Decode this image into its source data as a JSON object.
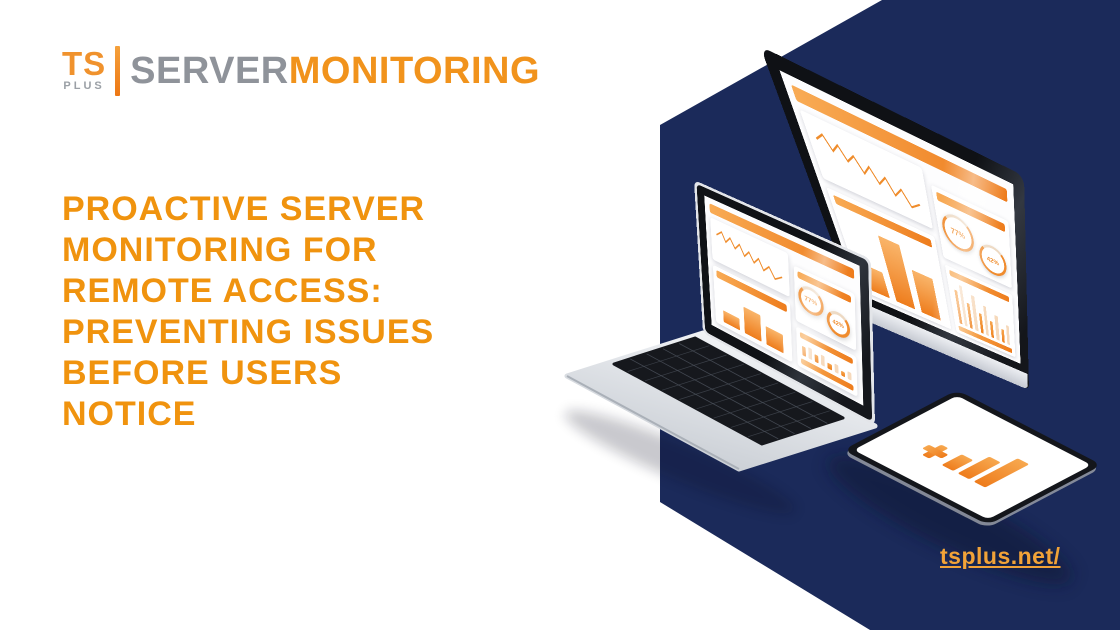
{
  "background": {
    "canvas": "#FFFFFF",
    "panel_navy": "#1B2A5A"
  },
  "logo": {
    "ts": "TS",
    "plus": "PLUS",
    "server": "SERVER",
    "monitoring": "MONITORING",
    "ts_color": "#F0922D",
    "gray": "#8F939A",
    "orange": "#F1931C"
  },
  "headline": {
    "color": "#F0930E",
    "lines": [
      "PROACTIVE SERVER",
      "MONITORING FOR",
      "REMOTE ACCESS:",
      "PREVENTING ISSUES",
      "BEFORE USERS",
      "NOTICE"
    ]
  },
  "link": {
    "text": "tsplus.net/",
    "color": "#F2A338"
  },
  "illustration": {
    "monitor": {
      "line_points": "4,14 13,8 20,18 28,11 35,21 44,14 52,25 60,17 68,28 77,20 85,32 94,24 103,36 114,30",
      "bars": [
        38,
        90,
        62
      ],
      "thin_bars": [
        80,
        95,
        62,
        85,
        50,
        72,
        42,
        62,
        34,
        50
      ],
      "donuts": [
        "77%",
        "42%"
      ]
    },
    "laptop": {
      "line_points": "3,11 10,6 15,14 21,8 27,16 33,10 39,19 45,13 51,21 57,15 63,24 70,18 77,27 86,22",
      "bars": [
        30,
        68,
        48
      ],
      "thin_bars": [
        75,
        88,
        58,
        78,
        46,
        66,
        38,
        54
      ],
      "donuts": [
        "77%",
        "42%"
      ]
    },
    "tablet": {
      "icon_name": "bar-chart-plus-icon",
      "icon_bars": [
        45,
        72,
        100
      ]
    }
  }
}
